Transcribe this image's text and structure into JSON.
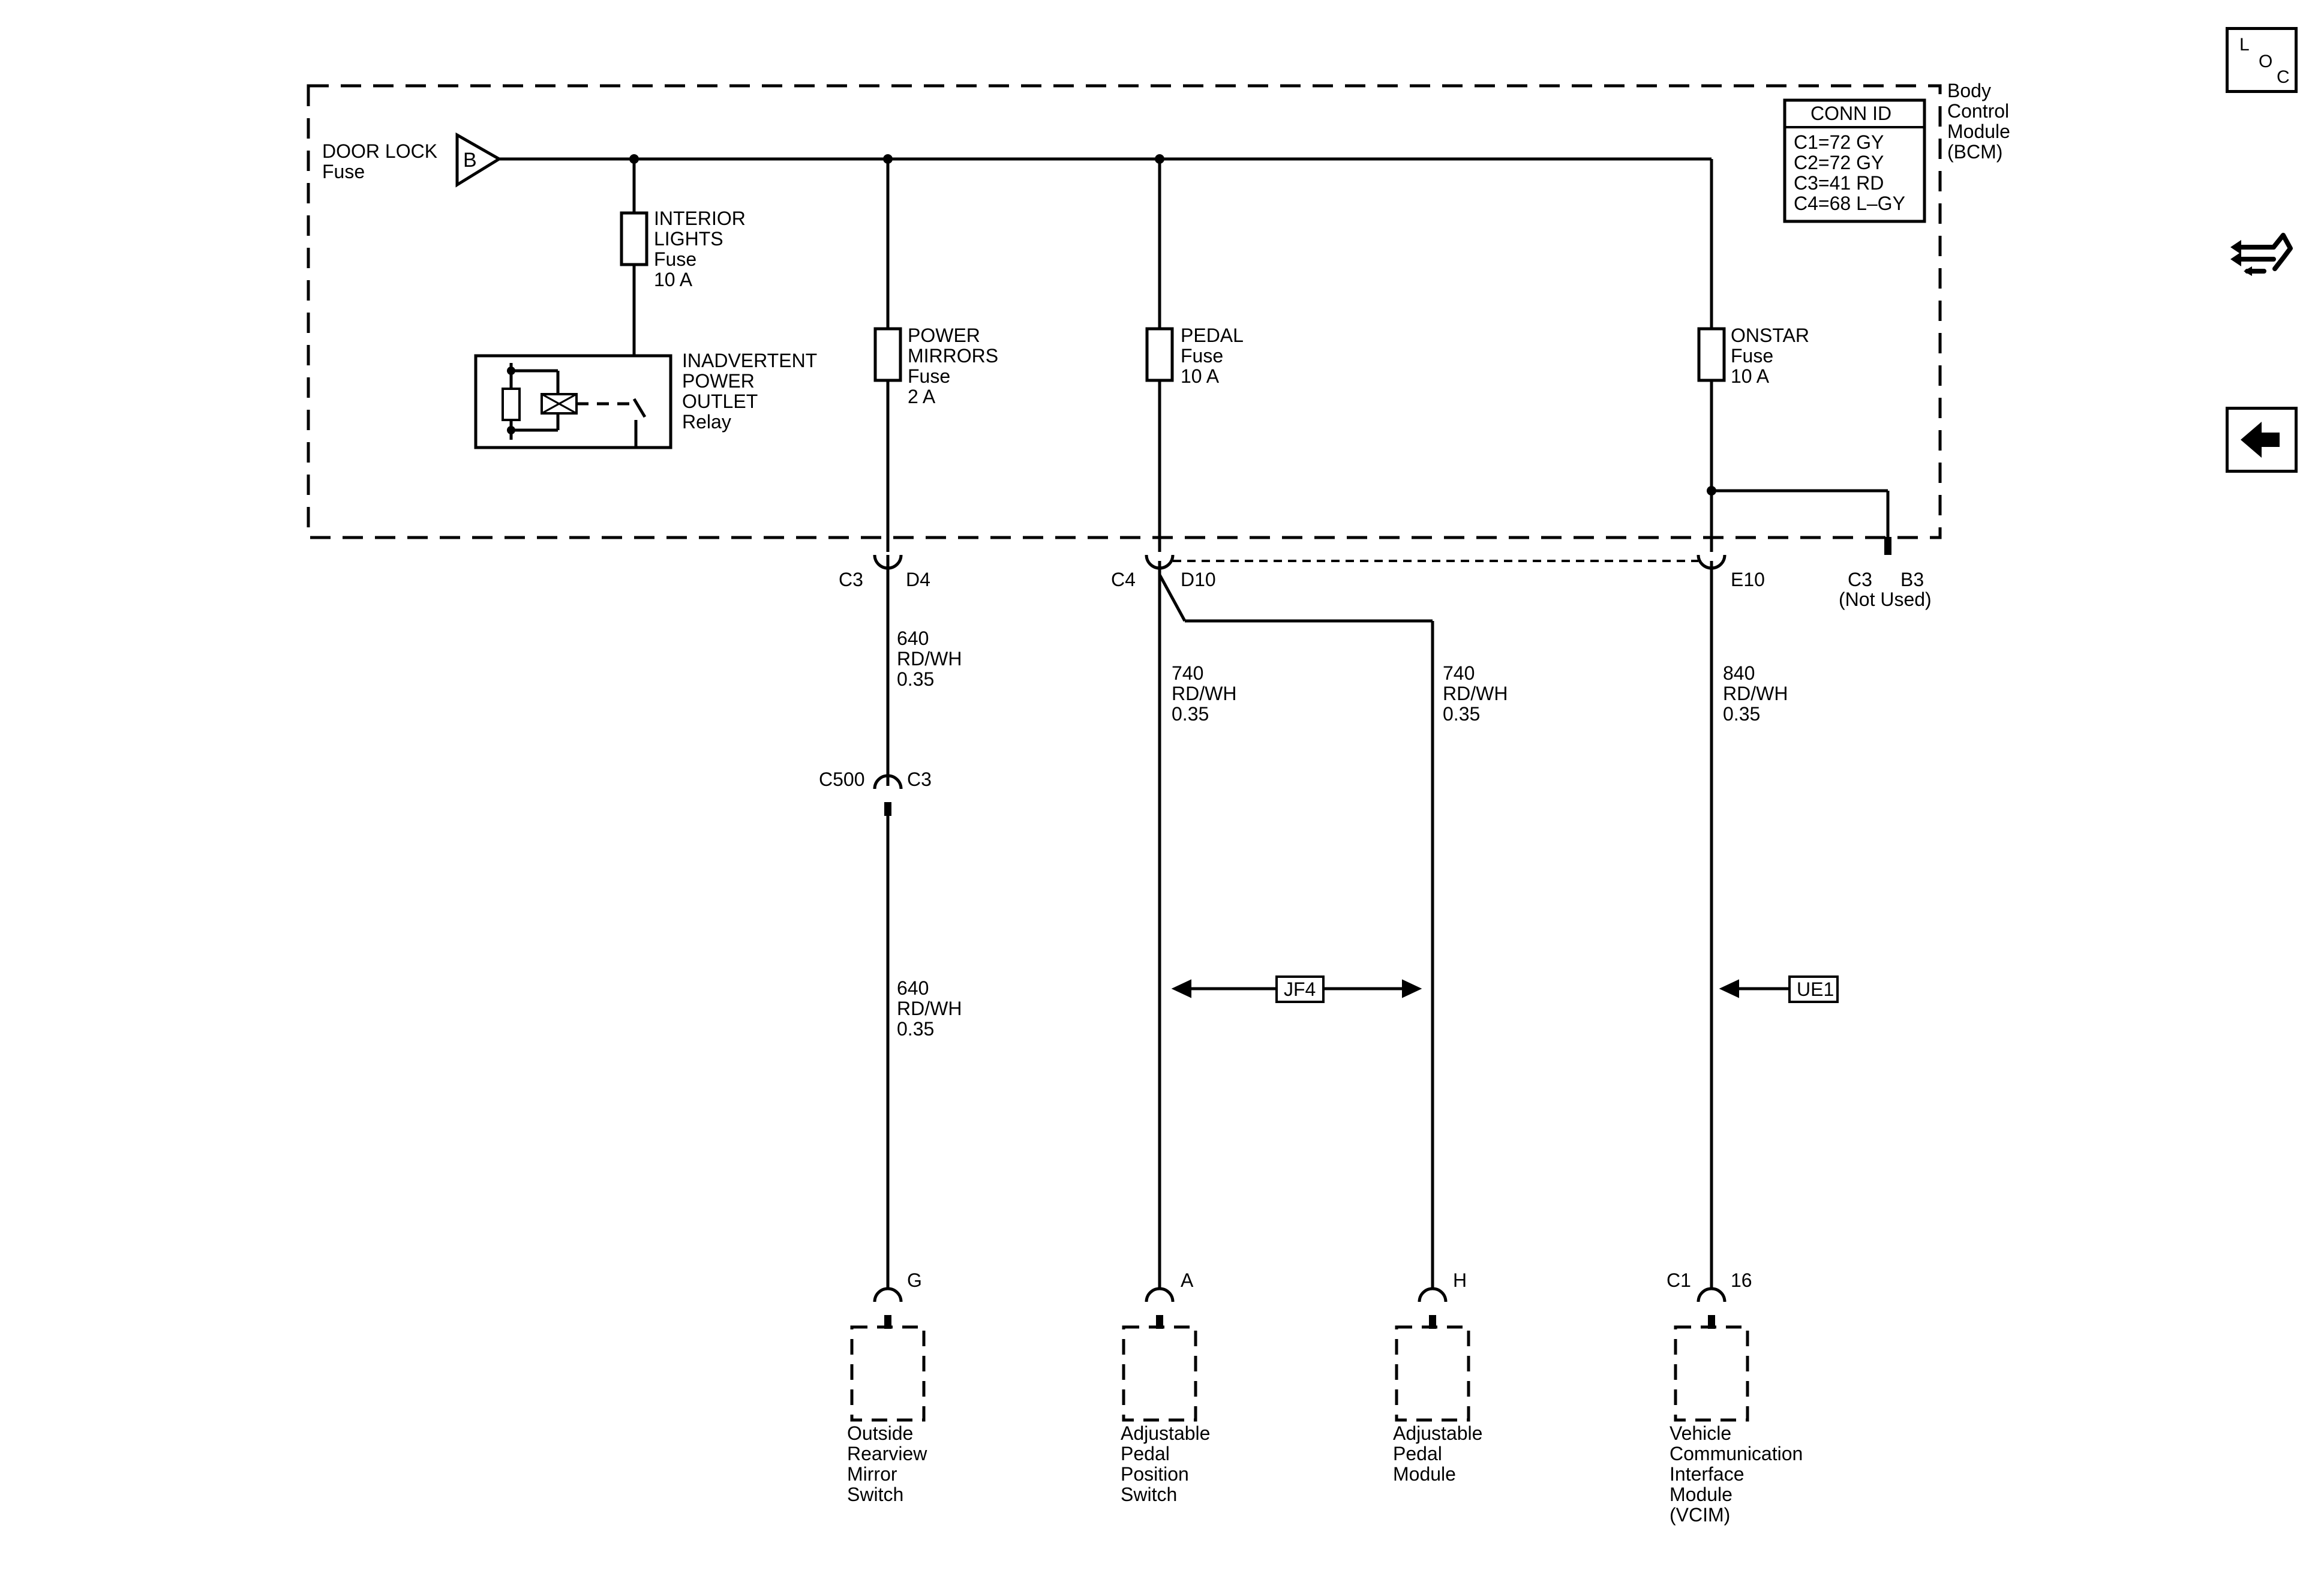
{
  "module": {
    "line1": "Body",
    "line2": "Control",
    "line3": "Module",
    "line4": "(BCM)"
  },
  "conn_id": {
    "header": "CONN ID",
    "c1": "C1=72 GY",
    "c2": "C2=72 GY",
    "c3": "C3=41 RD",
    "c4": "C4=68 L–GY"
  },
  "supply": {
    "line1": "DOOR LOCK",
    "line2": "Fuse",
    "symbol": "B"
  },
  "fuses": {
    "interior": {
      "l1": "INTERIOR",
      "l2": "LIGHTS",
      "l3": "Fuse",
      "l4": "10 A"
    },
    "mirrors": {
      "l1": "POWER",
      "l2": "MIRRORS",
      "l3": "Fuse",
      "l4": "2 A"
    },
    "pedal": {
      "l1": "PEDAL",
      "l2": "Fuse",
      "l3": "10 A"
    },
    "onstar": {
      "l1": "ONSTAR",
      "l2": "Fuse",
      "l3": "10 A"
    }
  },
  "relay": {
    "l1": "INADVERTENT",
    "l2": "POWER",
    "l3": "OUTLET",
    "l4": "Relay"
  },
  "connectors": {
    "c3": "C3",
    "d4": "D4",
    "c4": "C4",
    "d10": "D10",
    "e10": "E10",
    "c3_unused": "C3",
    "b3": "B3",
    "not_used": "(Not Used)",
    "c500": "C500",
    "c500_pin": "C3",
    "g": "G",
    "a": "A",
    "h": "H",
    "c1": "C1",
    "pin16": "16"
  },
  "wires": {
    "w640a": {
      "num": "640",
      "color": "RD/WH",
      "gauge": "0.35"
    },
    "w640b": {
      "num": "640",
      "color": "RD/WH",
      "gauge": "0.35"
    },
    "w740a": {
      "num": "740",
      "color": "RD/WH",
      "gauge": "0.35"
    },
    "w740b": {
      "num": "740",
      "color": "RD/WH",
      "gauge": "0.35"
    },
    "w840": {
      "num": "840",
      "color": "RD/WH",
      "gauge": "0.35"
    }
  },
  "refs": {
    "jf4": "JF4",
    "ue1": "UE1"
  },
  "components": {
    "mirror": {
      "l1": "Outside",
      "l2": "Rearview",
      "l3": "Mirror",
      "l4": "Switch"
    },
    "pedal_pos": {
      "l1": "Adjustable",
      "l2": "Pedal",
      "l3": "Position",
      "l4": "Switch"
    },
    "pedal_mod": {
      "l1": "Adjustable",
      "l2": "Pedal",
      "l3": "Module"
    },
    "vcim": {
      "l1": "Vehicle",
      "l2": "Communication",
      "l3": "Interface",
      "l4": "Module",
      "l5": "(VCIM)"
    }
  },
  "nav": {
    "loc_l": "L",
    "loc_o": "O",
    "loc_c": "C",
    "loc_icon": "loc-icon",
    "harness_icon": "connector-harness-icon",
    "back_icon": "back-arrow-icon"
  }
}
